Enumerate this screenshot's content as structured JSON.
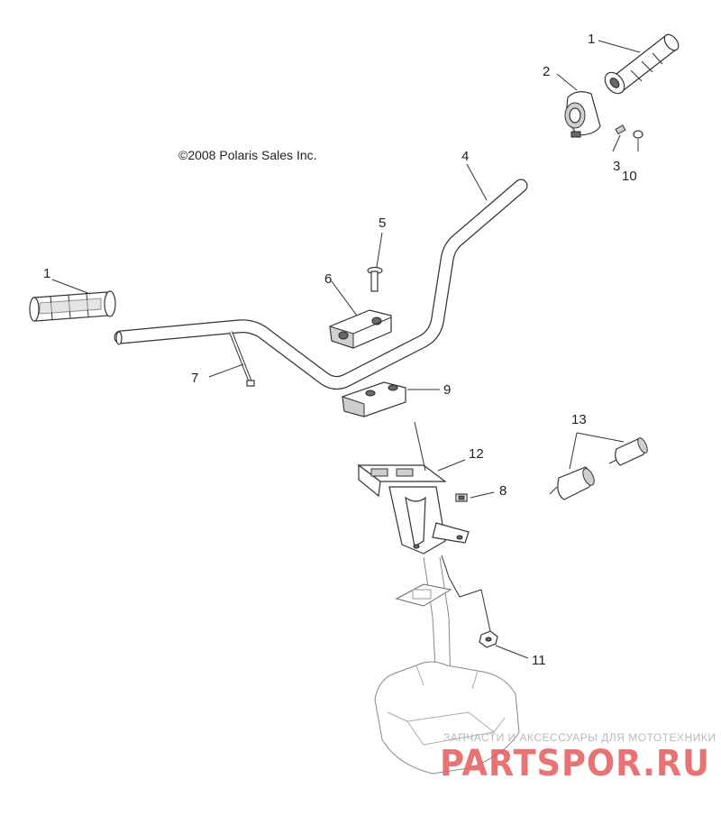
{
  "copyright": "©2008 Polaris Sales Inc.",
  "callouts": {
    "c1a": "1",
    "c1b": "1",
    "c2": "2",
    "c3": "3",
    "c4": "4",
    "c5": "5",
    "c6": "6",
    "c7": "7",
    "c8": "8",
    "c9": "9",
    "c10": "10",
    "c11": "11",
    "c12": "12",
    "c13": "13"
  },
  "watermark": {
    "tagline": "ЗАПЧАСТИ И АКСЕССУАРЫ ДЛЯ МОТОТЕХНИКИ",
    "brand": "PARTSPOR.RU"
  }
}
